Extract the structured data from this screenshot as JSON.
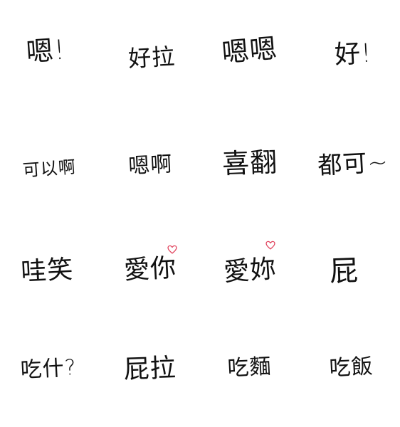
{
  "colors": {
    "background": "#ffffff",
    "ink": "#111111",
    "heart": "#e0405a"
  },
  "stickers": [
    {
      "text": "嗯!"
    },
    {
      "text": "好拉"
    },
    {
      "text": "嗯嗯"
    },
    {
      "text": "好!"
    },
    {
      "text": "可以啊"
    },
    {
      "text": "嗯啊"
    },
    {
      "text": "喜翻"
    },
    {
      "text": "都可~"
    },
    {
      "text": "哇笑"
    },
    {
      "text": "愛你",
      "icon": "heart-icon"
    },
    {
      "text": "愛妳",
      "icon": "heart-icon"
    },
    {
      "text": "屁"
    },
    {
      "text": "吃什?"
    },
    {
      "text": "屁拉"
    },
    {
      "text": "吃麵"
    },
    {
      "text": "吃飯"
    }
  ]
}
